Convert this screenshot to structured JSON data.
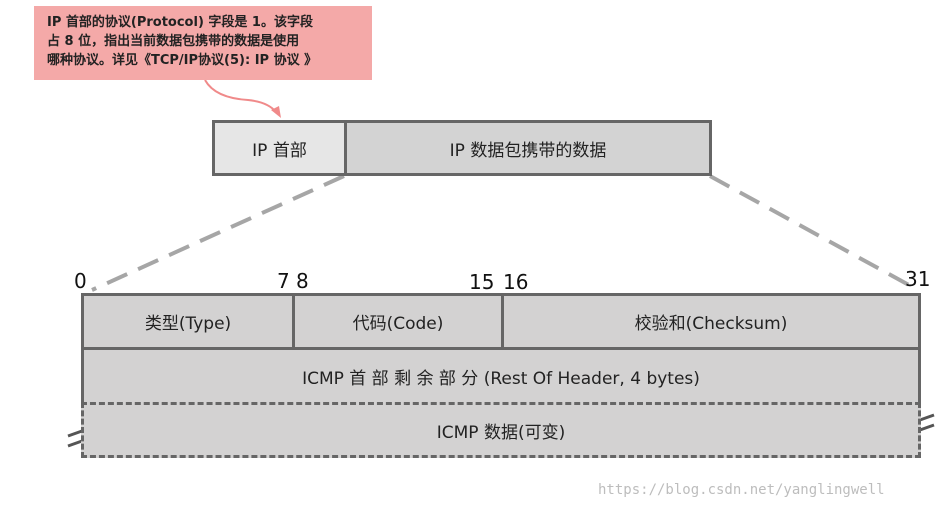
{
  "callout": {
    "lines": [
      "IP 首部的协议(Protocol) 字段是 1。该字段",
      "占 8 位，指出当前数据包携带的数据是使用",
      "哪种协议。详见《TCP/IP协议(5): IP 协议 》"
    ]
  },
  "ip_packet": {
    "header_label": "IP 首部",
    "payload_label": "IP 数据包携带的数据"
  },
  "bit_positions": [
    "0",
    "7",
    "8",
    "15",
    "16",
    "31"
  ],
  "icmp": {
    "type_field": "类型(Type)",
    "code_field": "代码(Code)",
    "checksum_field": "校验和(Checksum)",
    "rest_of_header": "ICMP 首 部 剩 余 部 分 (Rest Of Header, 4 bytes)",
    "data": "ICMP 数据(可变)"
  },
  "watermark": "https://blog.csdn.net/yanglingwell",
  "colors": {
    "callout_bg": "#f4a9a8",
    "arrow": "#f08a8a",
    "header_cell": "#e6e6e6",
    "payload_cell": "#d3d3d3",
    "icmp_cell": "#d3d2d2",
    "border": "#666666",
    "dashed_line": "#a6a6a6"
  }
}
